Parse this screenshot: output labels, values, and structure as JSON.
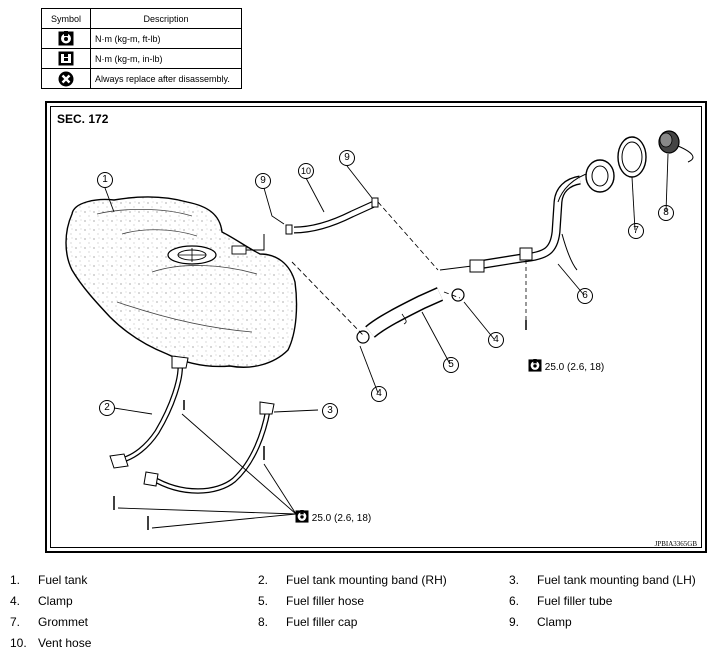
{
  "legend": {
    "header_symbol": "Symbol",
    "header_description": "Description",
    "rows": [
      {
        "icon": "torque-ft-lb-icon",
        "description": "N·m (kg-m, ft-lb)"
      },
      {
        "icon": "torque-in-lb-icon",
        "description": "N·m (kg-m, in-lb)"
      },
      {
        "icon": "always-replace-icon",
        "description": "Always replace after disassembly."
      }
    ]
  },
  "diagram": {
    "section": "SEC. 172",
    "figure_code": "JPBIA3365GB",
    "callouts": [
      "1",
      "2",
      "3",
      "4",
      "4",
      "5",
      "6",
      "7",
      "8",
      "9",
      "9",
      "10"
    ],
    "torque_specs": [
      "25.0 (2.6, 18)",
      "25.0 (2.6, 18)"
    ]
  },
  "parts": [
    {
      "num": "1.",
      "name": "Fuel tank"
    },
    {
      "num": "2.",
      "name": "Fuel tank mounting band (RH)"
    },
    {
      "num": "3.",
      "name": "Fuel tank mounting band (LH)"
    },
    {
      "num": "4.",
      "name": "Clamp"
    },
    {
      "num": "5.",
      "name": "Fuel filler hose"
    },
    {
      "num": "6.",
      "name": "Fuel filler tube"
    },
    {
      "num": "7.",
      "name": "Grommet"
    },
    {
      "num": "8.",
      "name": "Fuel filler cap"
    },
    {
      "num": "9.",
      "name": "Clamp"
    },
    {
      "num": "10.",
      "name": "Vent hose"
    }
  ]
}
